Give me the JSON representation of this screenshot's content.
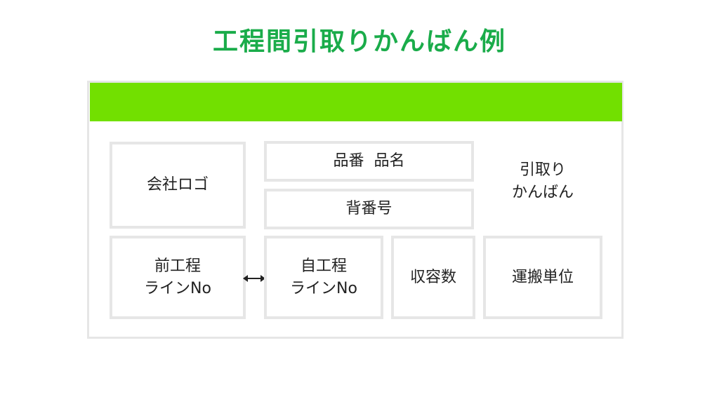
{
  "title": "工程間引取りかんばん例",
  "colors": {
    "title": "#1aac4a",
    "header_bar": "#72e000",
    "box_border": "#e6e6e6"
  },
  "kanban": {
    "company_logo": "会社ロゴ",
    "part_number_name": "品番  品名",
    "back_number": "背番号",
    "kanban_type": "引取り\nかんばん",
    "previous_process_line": "前工程\nラインNo",
    "own_process_line": "自工程\nラインNo",
    "capacity": "収容数",
    "transport_unit": "運搬単位"
  },
  "connector": "double-arrow-icon"
}
